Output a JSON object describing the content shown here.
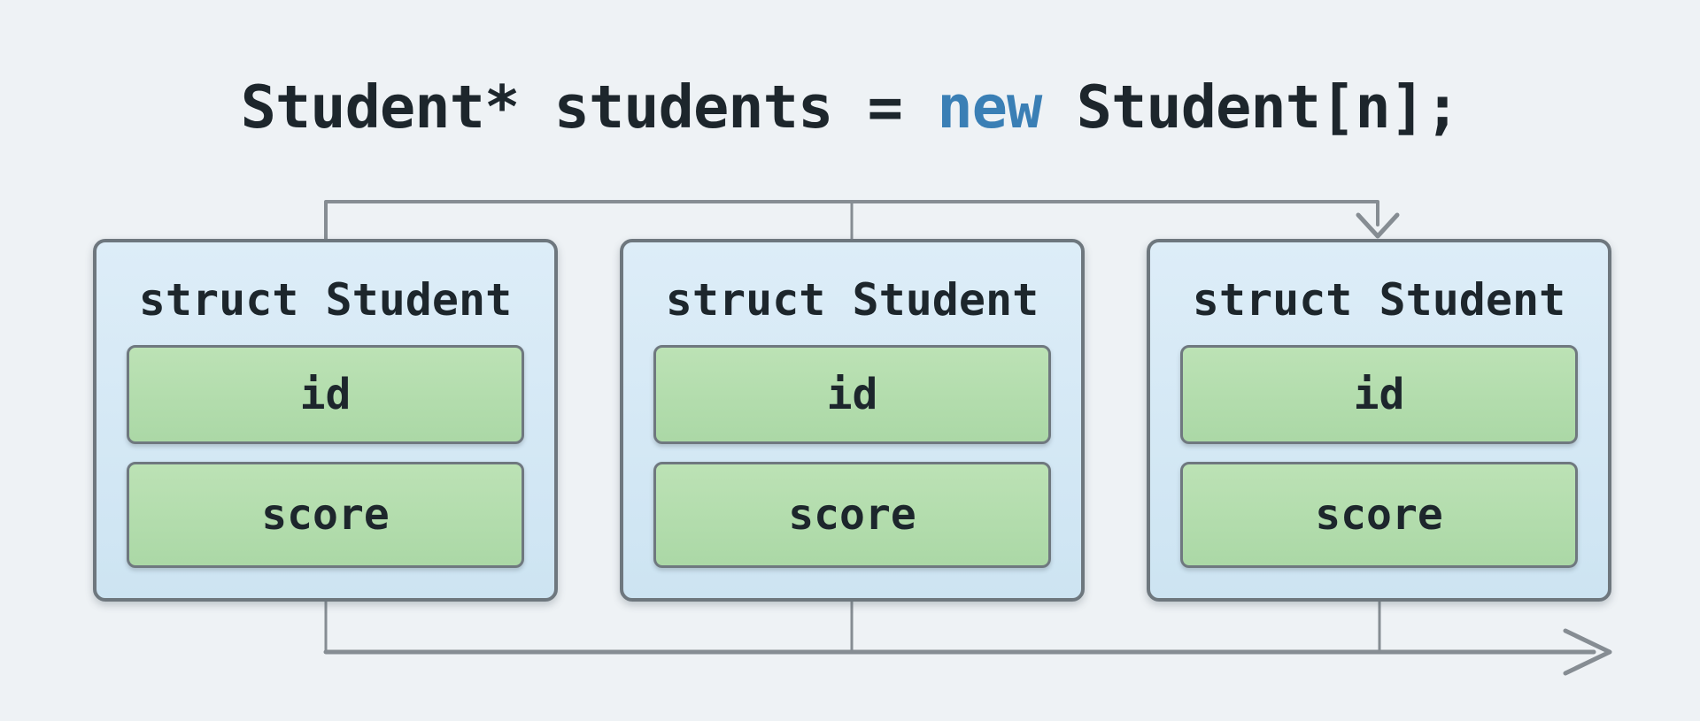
{
  "colors": {
    "background": "#eef2f5",
    "box_fill_top": "#ddedf8",
    "box_fill_bottom": "#cde4f2",
    "box_border": "#6e777e",
    "field_fill_top": "#bce2b5",
    "field_fill_bottom": "#abd8a6",
    "field_border": "#6f787f",
    "text": "#1d262c",
    "keyword": "#3a7fb5",
    "connector": "#868d93"
  },
  "code_line": {
    "pre": "Student* students = ",
    "keyword": "new",
    "post": " Student[n];"
  },
  "boxes": [
    {
      "title": "struct Student",
      "fields": [
        "id",
        "score"
      ]
    },
    {
      "title": "struct Student",
      "fields": [
        "id",
        "score"
      ]
    },
    {
      "title": "struct Student",
      "fields": [
        "id",
        "score"
      ]
    }
  ],
  "icons": {
    "top_connector_arrow": "chevron-down",
    "bottom_connector_arrow": "chevron-right"
  }
}
